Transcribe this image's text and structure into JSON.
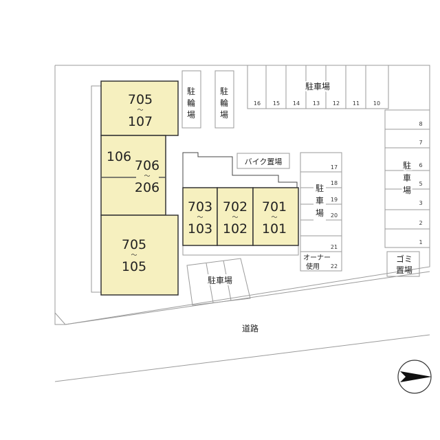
{
  "units": {
    "u705_107": {
      "top": "705",
      "sep": "〜",
      "bottom": "107"
    },
    "u106": "106",
    "u706_206": {
      "top": "706",
      "sep": "〜",
      "bottom": "206"
    },
    "u705_105": {
      "top": "705",
      "sep": "〜",
      "bottom": "105"
    },
    "u703_103": {
      "top": "703",
      "sep": "〜",
      "bottom": "103"
    },
    "u702_102": {
      "top": "702",
      "sep": "〜",
      "bottom": "102"
    },
    "u701_101": {
      "top": "701",
      "sep": "〜",
      "bottom": "101"
    }
  },
  "labels": {
    "bicycle_parking_chars": [
      "駐",
      "輪",
      "場"
    ],
    "parking_vertical_chars": [
      "駐",
      "車",
      "場"
    ],
    "parking_top": "駐車場",
    "parking_bottom": "駐車場",
    "bike_area": "バイク置場",
    "owner_line1": "オーナー",
    "owner_line2": "使用",
    "garbage_line1": "ゴミ",
    "garbage_line2": "置場",
    "road": "道路"
  },
  "parking_numbers": {
    "top_row": [
      "16",
      "15",
      "14",
      "13",
      "12",
      "11",
      "10"
    ],
    "right_column": [
      "8",
      "7",
      "6",
      "5",
      "3",
      "2",
      "1"
    ],
    "middle_column": [
      "17",
      "18",
      "19",
      "20",
      "21",
      "22"
    ]
  },
  "north_arrow": "north-arrow-icon",
  "colors": {
    "building_fill": "#f6f0bf",
    "outline": "#333333",
    "lines": "#9a9a9a"
  }
}
